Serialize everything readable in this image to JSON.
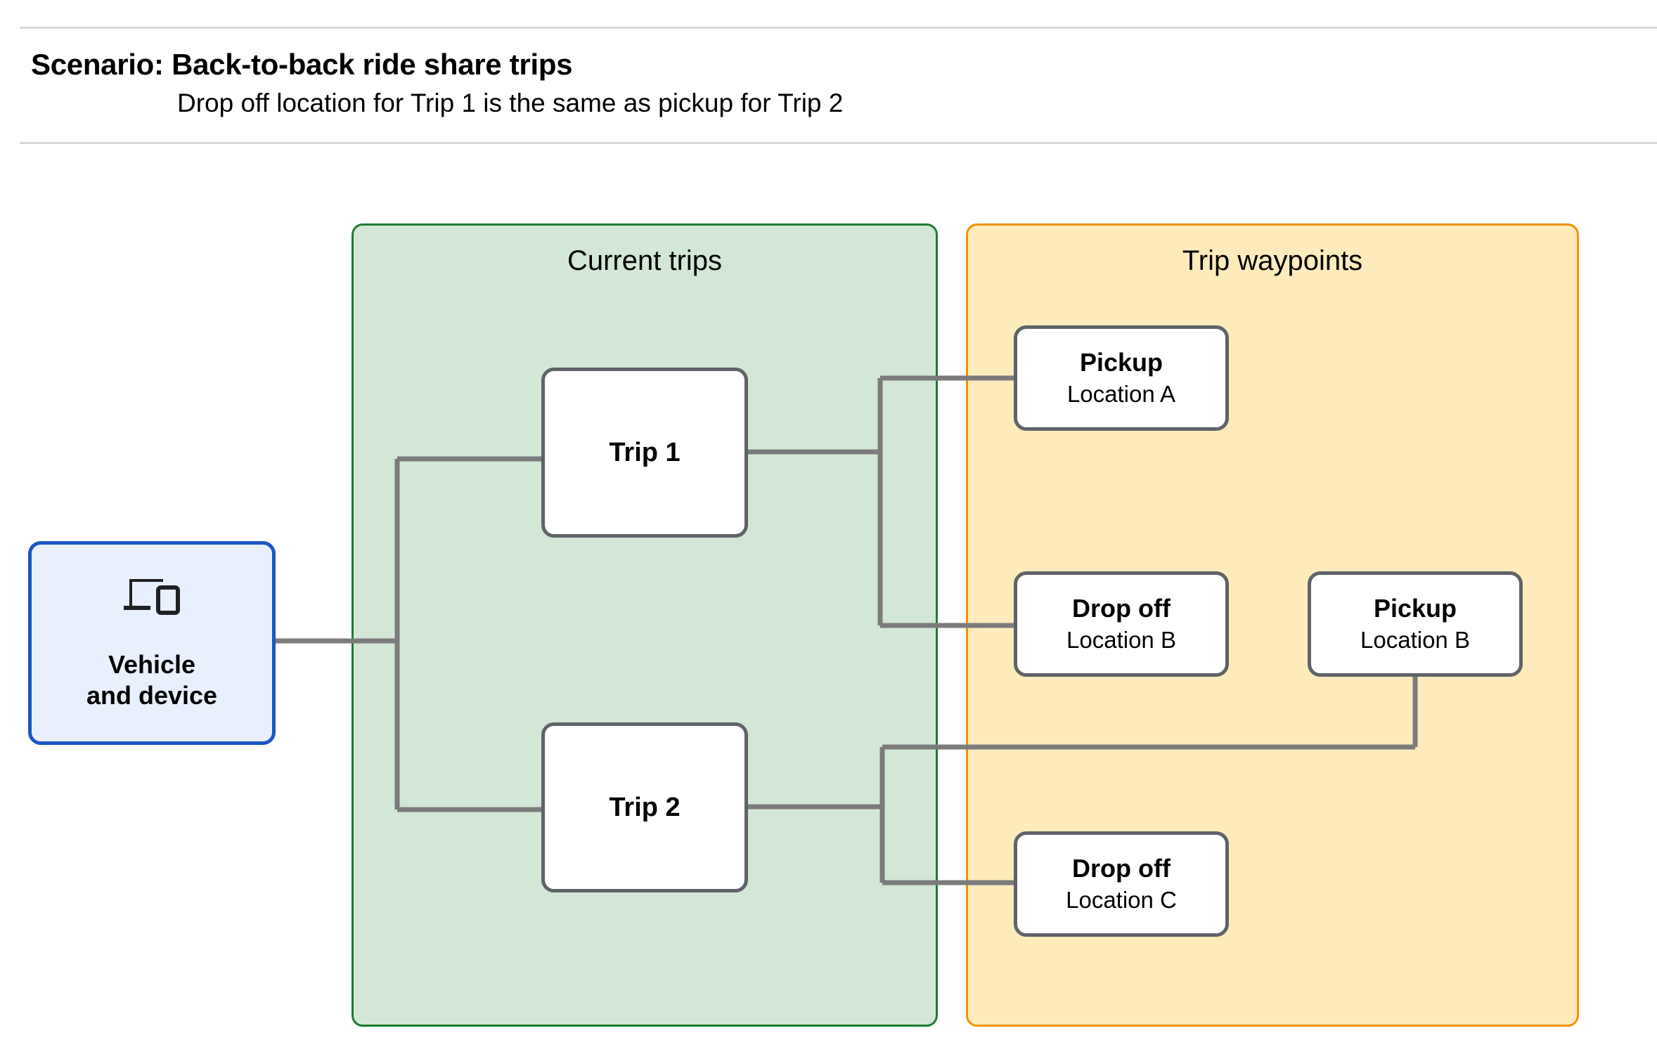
{
  "header": {
    "title": "Scenario: Back-to-back ride share trips",
    "subtitle": "Drop off  location for Trip 1 is the same as pickup for Trip 2"
  },
  "panels": {
    "current_trips": {
      "title": "Current trips",
      "fill": "#d2e7d6",
      "border": "#1e7b34"
    },
    "trip_waypoints": {
      "title": "Trip waypoints",
      "fill": "#fdebbc",
      "border": "#f29100"
    }
  },
  "vehicle": {
    "label": "Vehicle\nand device",
    "icon": "laptop-phone-icon",
    "fill": "#e8f0fe",
    "border": "#1a56c4"
  },
  "trips": [
    {
      "label": "Trip 1"
    },
    {
      "label": "Trip 2"
    }
  ],
  "waypoints": [
    {
      "type": "Pickup",
      "location": "Location A"
    },
    {
      "type": "Drop off",
      "location": "Location B"
    },
    {
      "type": "Pickup",
      "location": "Location B"
    },
    {
      "type": "Drop off",
      "location": "Location C"
    }
  ],
  "colors": {
    "connector": "#7b7b7b",
    "node_border": "#5f6368",
    "rule": "#d8d8d8"
  }
}
